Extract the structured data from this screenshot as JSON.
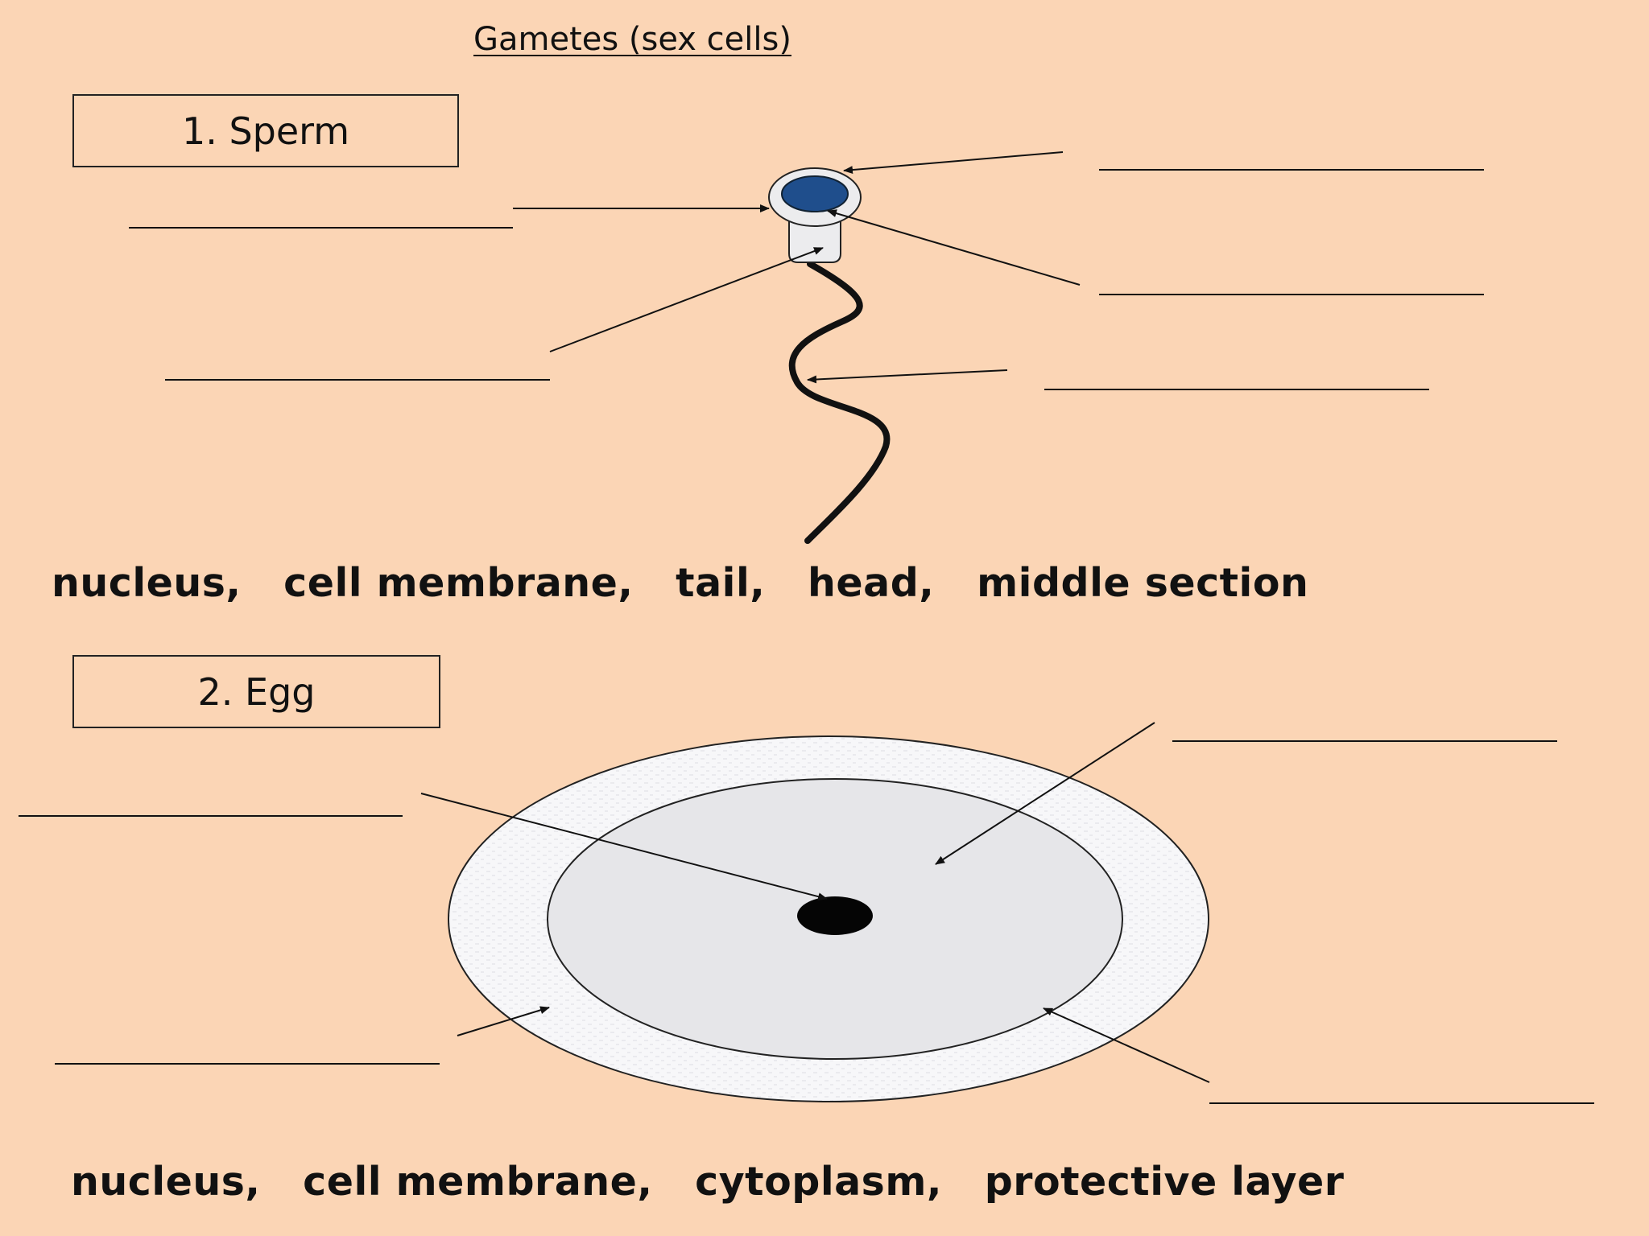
{
  "title": "Gametes (sex cells)",
  "sperm": {
    "box_label": "1. Sperm",
    "word_bank": "nucleus,   cell membrane,   tail,   head,   middle section"
  },
  "egg": {
    "box_label": "2. Egg",
    "word_bank": "nucleus,   cell membrane,   cytoplasm,   protective layer"
  },
  "colors": {
    "background": "#fbd5b5",
    "sperm_nucleus": "#1f4e8c",
    "egg_cytoplasm": "#e6e6e9",
    "egg_protective_layer": "#f6f6f8",
    "line": "#111111"
  }
}
